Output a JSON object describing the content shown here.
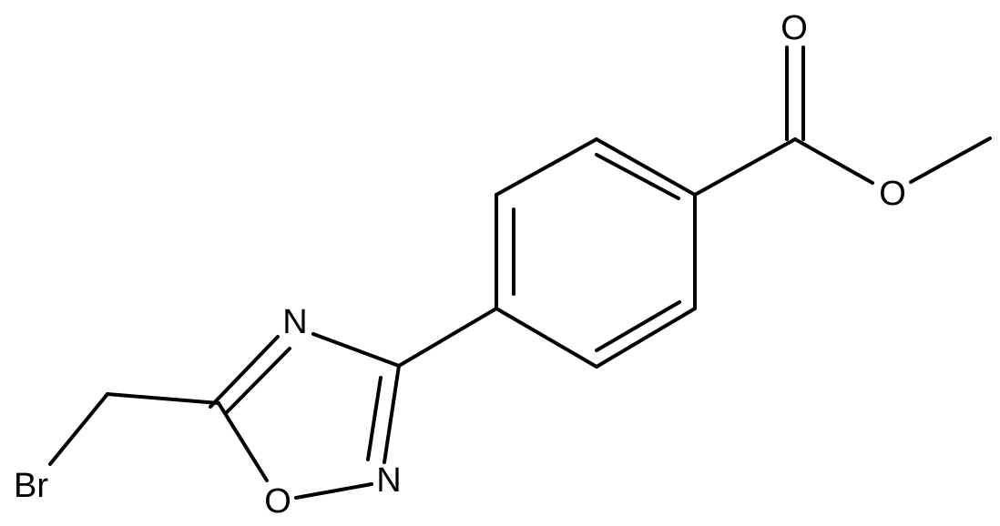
{
  "atoms": {
    "carbonyl_o": "O",
    "ester_o": "O",
    "n4": "N",
    "n2": "N",
    "o1": "O",
    "br": "Br"
  },
  "colors": {
    "bond": "#000000",
    "label": "#000000",
    "background": "#ffffff"
  }
}
